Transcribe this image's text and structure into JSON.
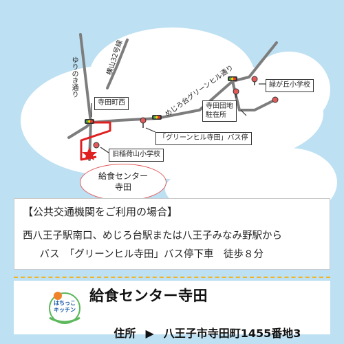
{
  "map": {
    "labels": {
      "yurinoki_dori": "ゆりのき通り",
      "yokoyama_32": "横山32号線",
      "teradamachi_nishi": "寺田町西",
      "mejirodai_green_hill": "めじろ台グリーンヒル通り",
      "midorigaoka_elementary": "緑が丘小学校",
      "terada_danchi_parking": "寺田団地\n駐在所",
      "bus_stop": "「グリーンヒル寺田」バス停",
      "kyu_inariyama_elementary": "旧稲荷山小学校",
      "kyushoku_center_terada": "給食センター\n寺田"
    },
    "colors": {
      "sky": "#bde0f3",
      "cloud": "#ffffff",
      "road": "#7d7d7d",
      "route": "#e02020",
      "accent": "#f0b429"
    }
  },
  "info": {
    "heading": "【公共交通機関をご利用の場合】",
    "line1": "西八王子駅南口、めじろ台駅または八王子みなみ野駅から",
    "line2": "　バス　「グリーンヒル寺田」バス停下車　徒歩８分"
  },
  "footer": {
    "logo_text": "はちっこ\nキッチン",
    "title": "給食センター寺田",
    "address_label": "住所",
    "arrow": "▶",
    "address": "八王子市寺田町1455番地3"
  }
}
